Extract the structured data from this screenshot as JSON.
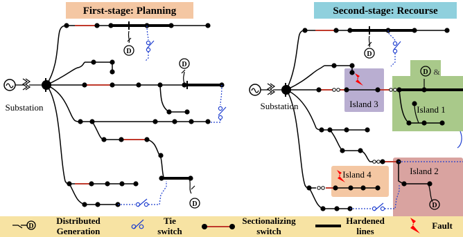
{
  "panels": {
    "planning_title": "First-stage: Planning",
    "recourse_title": "Second-stage: Recourse"
  },
  "labels": {
    "substation": "Substation",
    "dg_symbol": "D",
    "islands": [
      "Island 1",
      "Island 2",
      "Island 3",
      "Island 4"
    ]
  },
  "legend": {
    "dg": [
      "Distributed",
      "Generation"
    ],
    "tie": [
      "Tie",
      "switch"
    ],
    "sectionalizing": [
      "Sectionalizing",
      "switch"
    ],
    "hardened": [
      "Hardened",
      "lines"
    ],
    "fault": "Fault"
  },
  "colors": {
    "title_left_bg": "#f4c7a3",
    "title_right_bg": "#8fd0dd",
    "legend_bg": "#f7e3a3",
    "island1": "#a9c98a",
    "island2": "#d9a3a0",
    "island3": "#b9aed1",
    "island4": "#f4c7a3",
    "sectionalizing": "#c0392b",
    "tie": "#1f3fcf",
    "fault": "#ff0000",
    "line": "#000000"
  }
}
